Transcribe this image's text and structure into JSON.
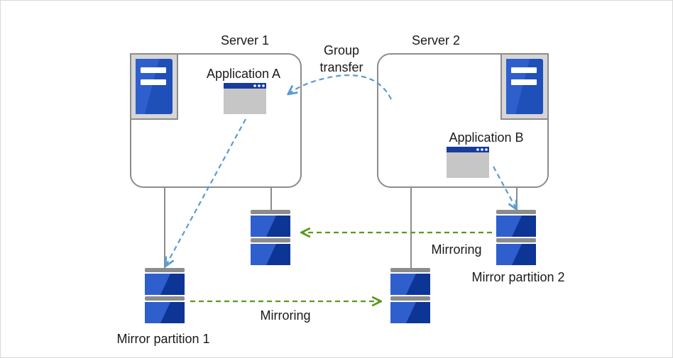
{
  "servers": {
    "server1": {
      "title": "Server 1",
      "app": "Application A"
    },
    "server2": {
      "title": "Server 2",
      "app": "Application B"
    }
  },
  "group_transfer": {
    "line1": "Group",
    "line2": "transfer"
  },
  "mirroring": {
    "label_top": "Mirroring",
    "label_bottom": "Mirroring"
  },
  "partitions": {
    "p1": "Mirror partition 1",
    "p2": "Mirror partition 2"
  },
  "colors": {
    "disk_blue": "#2f5fcc",
    "disk_dark": "#0d3596",
    "tower_blue": "#1f4fb8",
    "grey": "#8c8c8c",
    "light_grey": "#d6d6d6",
    "failover_arrow": "#5a9bd4",
    "mirror_arrow": "#5a9a1c"
  }
}
